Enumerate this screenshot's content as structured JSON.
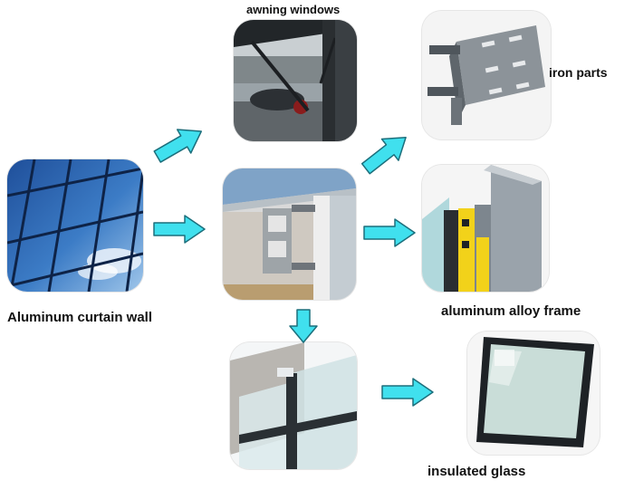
{
  "labels": {
    "curtain_wall": "Aluminum curtain wall",
    "awning_windows": "awning windows",
    "iron_parts": "iron parts",
    "alloy_frame": "aluminum alloy frame",
    "insulated_glass": "insulated glass"
  },
  "colors": {
    "arrow_fill": "#40e0ee",
    "arrow_stroke": "#1c6f7c",
    "glass_blue": "#2f6fb8",
    "profile_yellow": "#f2d21a",
    "profile_grey": "#9aa3ab"
  }
}
